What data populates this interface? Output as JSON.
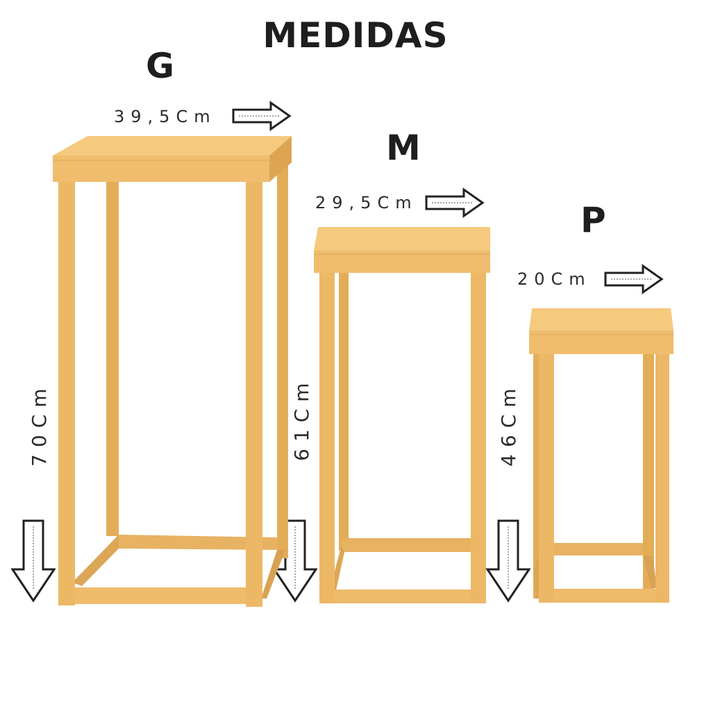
{
  "title": "MEDIDAS",
  "products": [
    {
      "size": "G",
      "width_label": "39,5Cm",
      "height_label": "70Cm"
    },
    {
      "size": "M",
      "width_label": "29,5Cm",
      "height_label": "61Cm"
    },
    {
      "size": "P",
      "width_label": "20Cm",
      "height_label": "46Cm"
    }
  ],
  "colors": {
    "wood_top": "#f4c67a",
    "wood_front": "#e9b560",
    "wood_leg": "#e8b35c",
    "wood_shadow": "#d39a45",
    "text": "#1e1e1e"
  }
}
